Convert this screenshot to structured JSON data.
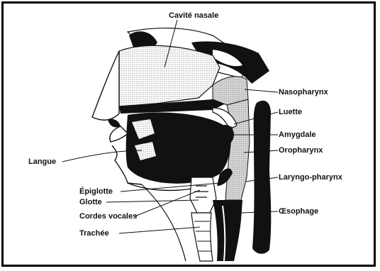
{
  "labels": {
    "cavite_nasale": "Cavité nasale",
    "nasopharynx": "Nasopharynx",
    "luette": "Luette",
    "amygdale": "Amygdale",
    "oropharynx": "Oropharynx",
    "laryngo_pharynx": "Laryngo-pharynx",
    "oesophage": "Œsophage",
    "langue": "Langue",
    "epiglotte": "Épiglotte",
    "glotte": "Glotte",
    "cordes_vocales": "Cordes vocales",
    "trachee": "Trachée"
  },
  "colors": {
    "ink": "#111111",
    "tissue_shade": "#c8c8c8",
    "background": "#ffffff"
  }
}
